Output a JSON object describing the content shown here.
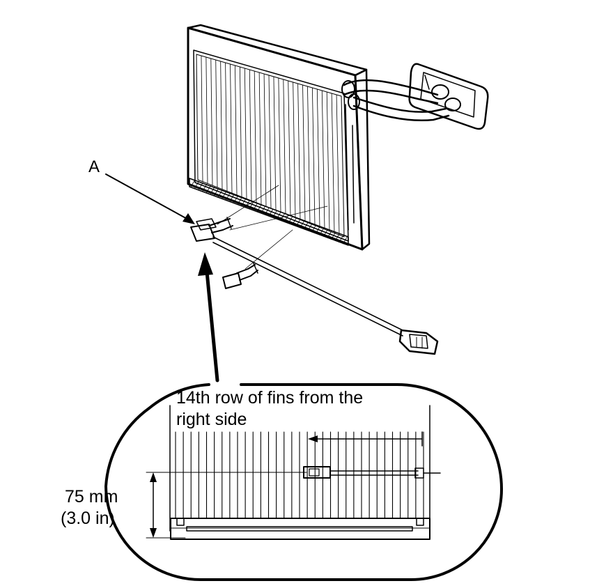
{
  "callout": {
    "label": "A"
  },
  "inset": {
    "instruction_line1": "14th row of fins from the",
    "instruction_line2": "right side",
    "fin_count": 32,
    "dimension_line1": "75 mm",
    "dimension_line2": "(3.0 in)"
  },
  "evaporator": {
    "fin_count": 30
  },
  "colors": {
    "ink": "#000000",
    "paper": "#ffffff"
  }
}
